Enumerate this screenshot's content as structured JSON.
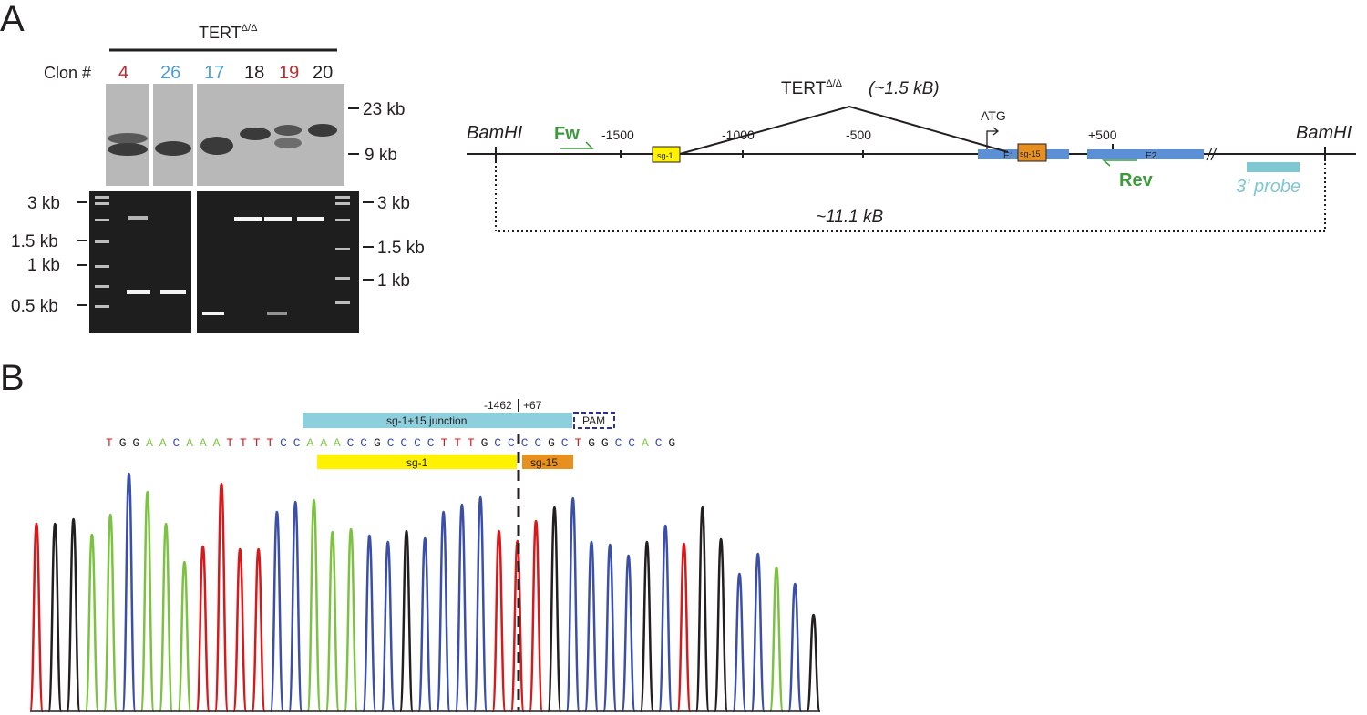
{
  "panelA": {
    "letter": "A",
    "genotype": "TERT",
    "genotype_sup": "Δ/Δ",
    "clone_header": "Clon #",
    "clones": [
      {
        "id": "4",
        "color": "#c1272d"
      },
      {
        "id": "26",
        "color": "#4a9fd6"
      },
      {
        "id": "17",
        "color": "#4a9fd6"
      },
      {
        "id": "18",
        "color": "#231f20"
      },
      {
        "id": "19",
        "color": "#c1272d"
      },
      {
        "id": "20",
        "color": "#231f20"
      }
    ],
    "southern_markers": [
      "23 kb",
      "9 kb"
    ],
    "pcr_markers_left": [
      "3 kb",
      "1.5 kb",
      "1 kb",
      "0.5 kb"
    ],
    "pcr_markers_right": [
      "3 kb",
      "1.5 kb",
      "1 kb"
    ],
    "map": {
      "bamhi": "BamHI",
      "fw": "Fw",
      "rev": "Rev",
      "positions": [
        "-1500",
        "-1000",
        "-500",
        "+500"
      ],
      "deletion_label": "TERT",
      "deletion_sup": "Δ/Δ",
      "deletion_size": "(~1.5 kB)",
      "atg": "ATG",
      "sg1": "sg-1",
      "sg15": "sg-15",
      "exon1": "E1",
      "exon2": "E2",
      "probe": "3’ probe",
      "fragment": "~11.1 kB",
      "colors": {
        "primer": "#3d9a3d",
        "exon": "#5b8fd6",
        "sg1": "#fff200",
        "sg15": "#e8901e",
        "probe": "#7ec8d3"
      }
    }
  },
  "panelB": {
    "letter": "B",
    "breakpoint_left": "-1462",
    "breakpoint_right": "+67",
    "junction_label": "sg-1+15 junction",
    "pam": "PAM",
    "sg1": "sg-1",
    "sg15": "sg-15",
    "sequence": "TGGAACAAATTTTCCAAACCGCCCCTTTGCCCCGCTGGCCACG",
    "base_colors": {
      "A": "#7cc242",
      "C": "#3b4fa8",
      "G": "#231f20",
      "T": "#d7191c"
    }
  }
}
